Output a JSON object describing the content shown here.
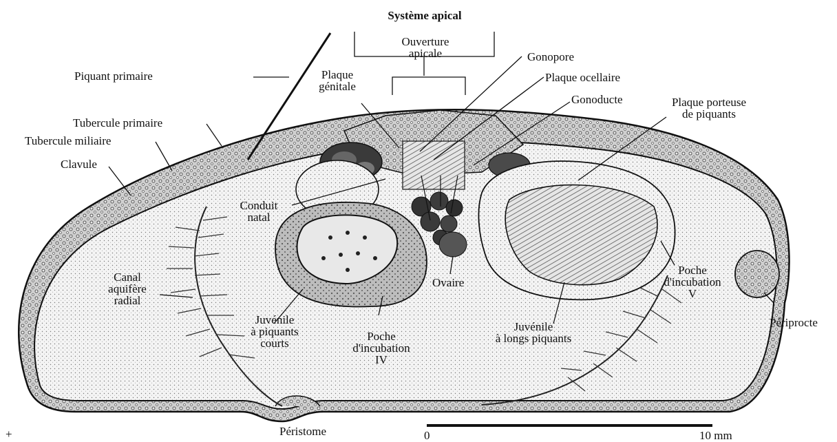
{
  "labels": {
    "systeme_apical": "Système apical",
    "ouverture_apicale": [
      "Ouverture",
      "apicale"
    ],
    "gonopore": "Gonopore",
    "plaque_ocellaire": "Plaque ocellaire",
    "gonoducte": "Gonoducte",
    "plaque_porteuse": [
      "Plaque porteuse",
      "de piquants"
    ],
    "plaque_genitale": [
      "Plaque",
      "génitale"
    ],
    "piquant_primaire": "Piquant primaire",
    "tubercule_primaire": "Tubercule primaire",
    "tubercule_miliaire": "Tubercule miliaire",
    "clavule": "Clavule",
    "conduit_natal": [
      "Conduit",
      "natal"
    ],
    "canal_aquifere": [
      "Canal",
      "aquifère",
      "radial"
    ],
    "juvenile_courts": [
      "Juvénile",
      "à piquants",
      "courts"
    ],
    "poche_iv": [
      "Poche",
      "d'incubation",
      "IV"
    ],
    "ovaire": "Ovaire",
    "poche_v": [
      "Poche",
      "d'incubation",
      "V"
    ],
    "juvenile_longs": [
      "Juvénile",
      "à longs piquants"
    ],
    "periprocte": "Périprocte",
    "peristome": "Péristome",
    "scale_zero": "0",
    "scale_ten": "10 mm",
    "corner_mark": "+"
  },
  "colors": {
    "ink": "#111111",
    "shell": "#d9d9d9",
    "interior": "#f2f2f2",
    "pouch": "#c8c8c8"
  },
  "icons": {
    "specimen": "sea-urchin-section-illustration"
  }
}
